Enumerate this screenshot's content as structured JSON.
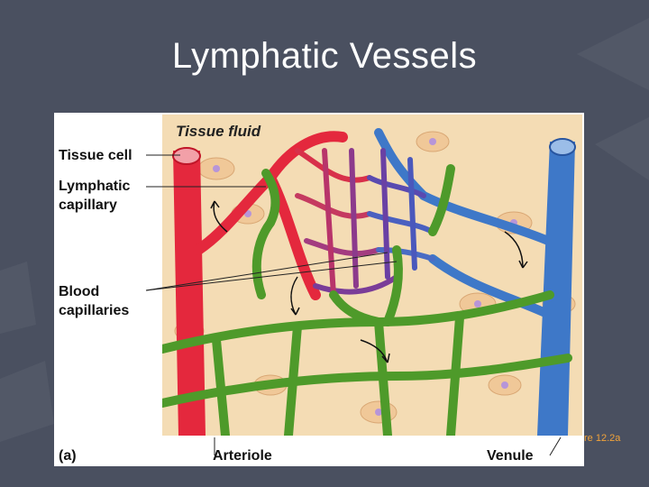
{
  "slide": {
    "title": "Lymphatic Vessels",
    "figure_reference": "re 12.2a"
  },
  "figure": {
    "labels": {
      "tissue_fluid": "Tissue fluid",
      "tissue_cell": "Tissue cell",
      "lymphatic_capillary": "Lymphatic capillary",
      "blood_capillaries": "Blood capillaries",
      "panel": "(a)",
      "arteriole": "Arteriole",
      "venule": "Venule"
    },
    "colors": {
      "arteriole": "#e4283d",
      "venule": "#3e78c8",
      "lymphatic": "#4e9a2a",
      "tissue": "#f4dcb4",
      "capillary_mix": "#6b3a9a"
    }
  }
}
